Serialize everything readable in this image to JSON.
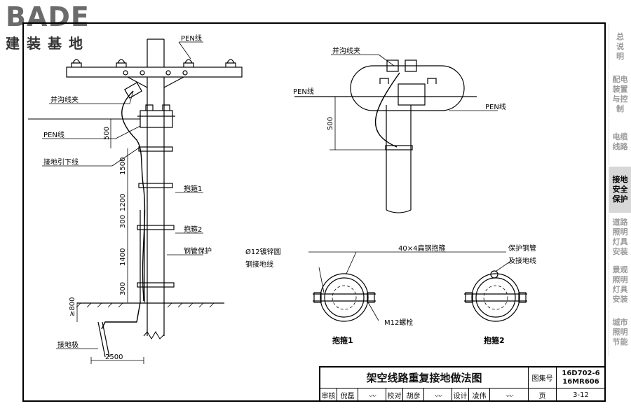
{
  "watermark": {
    "brand": "BADE",
    "cn": "建装基地"
  },
  "side_nav": [
    {
      "label": "总\n说\n明",
      "active": false
    },
    {
      "label": "配电\n装置\n与控\n制",
      "active": false
    },
    {
      "label": "电缆\n线路",
      "active": false
    },
    {
      "label": "接地\n安全\n保护",
      "active": true
    },
    {
      "label": "道路\n照明\n灯具\n安装",
      "active": false
    },
    {
      "label": "景观\n照明\n灯具\n安装",
      "active": false
    },
    {
      "label": "城市\n照明\n节能",
      "active": false
    }
  ],
  "left": {
    "pen_top": "PEN线",
    "clamp": "并沟线夹",
    "pen_left": "PEN线",
    "ground_down": "接地引下线",
    "hoop1": "抱箍1",
    "hoop2": "抱箍2",
    "pipe": "钢管保护",
    "rod": "接地极",
    "dims": {
      "d500": "500",
      "d1500": "1500",
      "d1200": "1200",
      "d300a": "300",
      "d1400": "1400",
      "d300b": "300",
      "d800": "≥800",
      "d2500": "2500"
    }
  },
  "right": {
    "clamp": "并沟线夹",
    "pen_left": "PEN线",
    "pen_right": "PEN线",
    "d500": "500"
  },
  "sections": {
    "wire_l1": "Ø12镀锌圆",
    "wire_l2": "钢接地线",
    "flat": "40×4扁钢抱箍",
    "prot_l1": "保护钢管",
    "prot_l2": "及接地线",
    "bolt": "M12螺栓",
    "cap1": "抱箍1",
    "cap2": "抱箍2"
  },
  "title_block": {
    "title": "架空线路重复接地做法图",
    "atlas_label": "图集号",
    "atlas_no1": "16D702-6",
    "atlas_no2": "16MR606",
    "review": "审核",
    "reviewer": "倪磊",
    "check": "校对",
    "checker": "胡彦",
    "design": "设计",
    "designer": "凌伟",
    "page_label": "页",
    "page_no": "3-12"
  }
}
